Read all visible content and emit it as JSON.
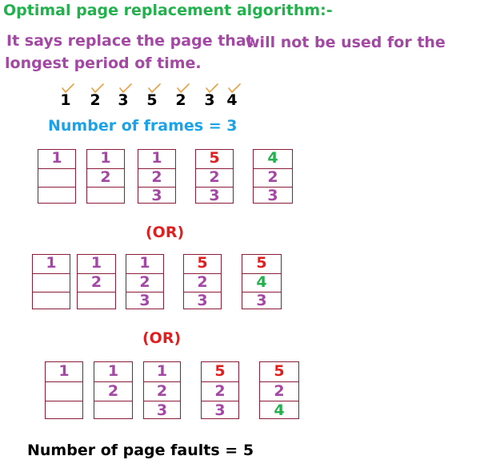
{
  "title": "Optimal page replacement algorithm:-",
  "description": {
    "part1": "It says replace the page that",
    "part2": "will not be used for the",
    "part3": "longest period of time."
  },
  "reference_string": [
    "1",
    "2",
    "3",
    "5",
    "2",
    "3",
    "4"
  ],
  "frames_label": "Number of frames = 3",
  "or_label": "(OR)",
  "faults_label": "Number of page faults = 5",
  "colors": {
    "title": "#22b14c",
    "description": "#a349a4",
    "frames_label": "#1aa3e8",
    "or_label": "#e02020",
    "frame_border": "#8b1d3a",
    "check": "#e8a040",
    "purple": "#a349a4",
    "red": "#e02020",
    "green": "#22b14c"
  },
  "scenarios": [
    {
      "states": [
        [
          {
            "v": "1",
            "c": "purple"
          },
          {
            "v": "",
            "c": "purple"
          },
          {
            "v": "",
            "c": "purple"
          }
        ],
        [
          {
            "v": "1",
            "c": "purple"
          },
          {
            "v": "2",
            "c": "purple"
          },
          {
            "v": "",
            "c": "purple"
          }
        ],
        [
          {
            "v": "1",
            "c": "purple"
          },
          {
            "v": "2",
            "c": "purple"
          },
          {
            "v": "3",
            "c": "purple"
          }
        ],
        [
          {
            "v": "5",
            "c": "red"
          },
          {
            "v": "2",
            "c": "purple"
          },
          {
            "v": "3",
            "c": "purple"
          }
        ],
        [
          {
            "v": "4",
            "c": "green"
          },
          {
            "v": "2",
            "c": "purple"
          },
          {
            "v": "3",
            "c": "purple"
          }
        ]
      ]
    },
    {
      "states": [
        [
          {
            "v": "1",
            "c": "purple"
          },
          {
            "v": "",
            "c": "purple"
          },
          {
            "v": "",
            "c": "purple"
          }
        ],
        [
          {
            "v": "1",
            "c": "purple"
          },
          {
            "v": "2",
            "c": "purple"
          },
          {
            "v": "",
            "c": "purple"
          }
        ],
        [
          {
            "v": "1",
            "c": "purple"
          },
          {
            "v": "2",
            "c": "purple"
          },
          {
            "v": "3",
            "c": "purple"
          }
        ],
        [
          {
            "v": "5",
            "c": "red"
          },
          {
            "v": "2",
            "c": "purple"
          },
          {
            "v": "3",
            "c": "purple"
          }
        ],
        [
          {
            "v": "5",
            "c": "red"
          },
          {
            "v": "4",
            "c": "green"
          },
          {
            "v": "3",
            "c": "purple"
          }
        ]
      ]
    },
    {
      "states": [
        [
          {
            "v": "1",
            "c": "purple"
          },
          {
            "v": "",
            "c": "purple"
          },
          {
            "v": "",
            "c": "purple"
          }
        ],
        [
          {
            "v": "1",
            "c": "purple"
          },
          {
            "v": "2",
            "c": "purple"
          },
          {
            "v": "",
            "c": "purple"
          }
        ],
        [
          {
            "v": "1",
            "c": "purple"
          },
          {
            "v": "2",
            "c": "purple"
          },
          {
            "v": "3",
            "c": "purple"
          }
        ],
        [
          {
            "v": "5",
            "c": "red"
          },
          {
            "v": "2",
            "c": "purple"
          },
          {
            "v": "3",
            "c": "purple"
          }
        ],
        [
          {
            "v": "5",
            "c": "red"
          },
          {
            "v": "2",
            "c": "purple"
          },
          {
            "v": "4",
            "c": "green"
          }
        ]
      ]
    }
  ]
}
